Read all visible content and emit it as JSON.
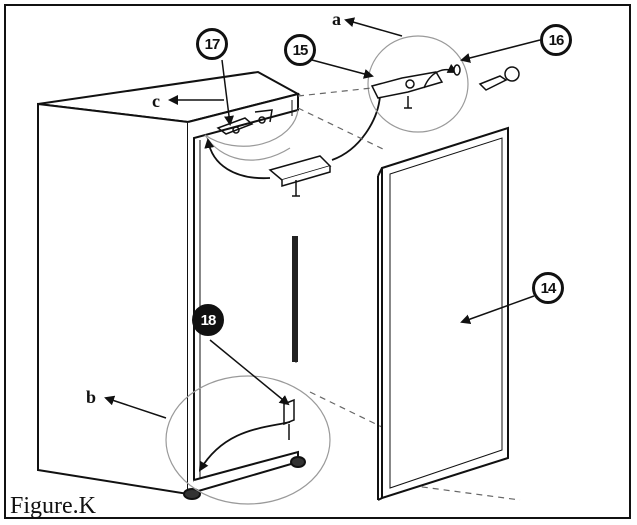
{
  "labels": {
    "a": "a",
    "b": "b",
    "c": "c"
  },
  "callouts": {
    "c14": "14",
    "c15": "15",
    "c16": "16",
    "c17": "17",
    "c18": "18"
  },
  "caption": "Figure.K",
  "colors": {
    "line": "#111111",
    "detail_circle": "#9a9a9a",
    "background": "#ffffff"
  }
}
